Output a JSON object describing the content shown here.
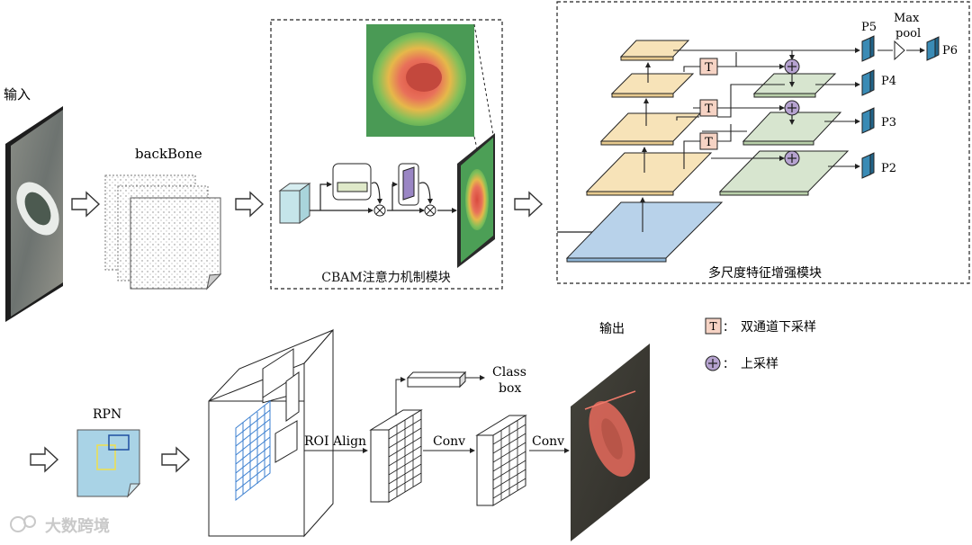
{
  "labels": {
    "input": "输入",
    "backbone": "backBone",
    "cbam": "CBAM注意力机制模块",
    "fpn": "多尺度特征增强模块",
    "p5": "P5",
    "p4": "P4",
    "p3": "P3",
    "p2": "P2",
    "p6": "P6",
    "maxpool_line1": "Max",
    "maxpool_line2": "pool",
    "rpn": "RPN",
    "roi_align": "ROI Align",
    "conv1": "Conv",
    "conv2": "Conv",
    "class": "Class",
    "box": "box",
    "output": "输出",
    "t_glyph": "T",
    "plus_glyph": "+",
    "times_glyph": "⊗"
  },
  "legend": {
    "downsample": "双通道下采样",
    "upsample": "上采样",
    "separator": "："
  },
  "watermark": "大数跨境",
  "colors": {
    "backbone_layer": "#f7e3b8",
    "fpn_layer": "#d7e5cf",
    "base_layer": "#b8d2ea",
    "t_box": "#f6d3c4",
    "plus_circle": "#b6a3d0",
    "output_block": "#3a8bb5",
    "heatmap_red": "#e8574a",
    "heatmap_green": "#4ca84f",
    "rpn_sheet": "#a9d3e6"
  }
}
